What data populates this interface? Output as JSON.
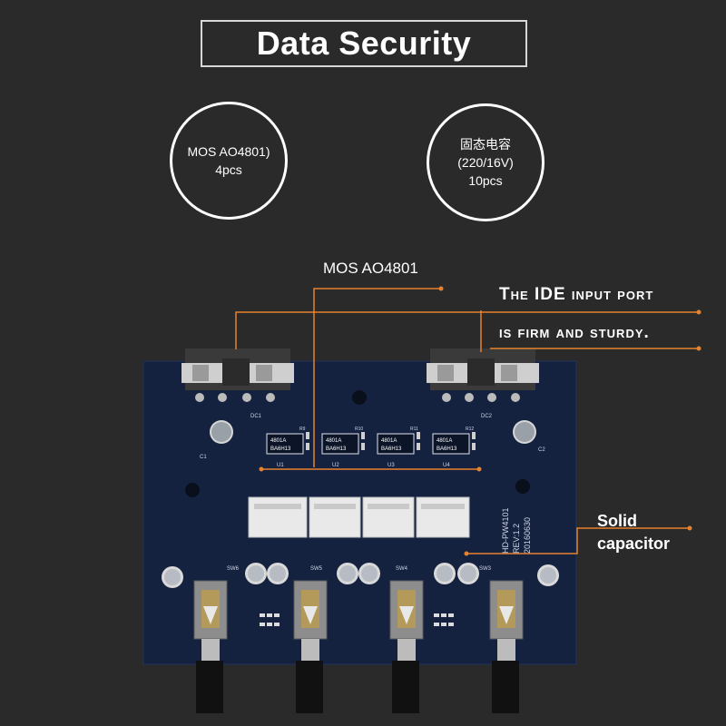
{
  "header": {
    "title": "Data Security"
  },
  "badges": [
    {
      "lines": [
        "MOS AO4801)",
        "4pcs"
      ]
    },
    {
      "lines": [
        "固态电容",
        "(220/16V)",
        "10pcs"
      ]
    }
  ],
  "callouts": {
    "mos": "MOS AO4801",
    "ide_line1": "The IDE input port",
    "ide_line2": "is firm and sturdy.",
    "solid_line1": "Solid",
    "solid_line2": "capacitor"
  },
  "board": {
    "dc_labels": [
      "DC1",
      "DC2"
    ],
    "ic_labels": [
      "4801A",
      "BA6H13"
    ],
    "ic_refs": [
      "U1",
      "U2",
      "U3",
      "U4"
    ],
    "resistor_refs": [
      "R9",
      "R10",
      "R11",
      "R12"
    ],
    "switch_refs": [
      "SW6",
      "SW5",
      "SW4",
      "SW3"
    ],
    "cap_refs": [
      "C1",
      "C2"
    ],
    "silkscreen": [
      "HD-PW4101",
      "REV:1.2",
      "20160630"
    ]
  },
  "colors": {
    "background": "#2a2a2a",
    "pcb": "#142240",
    "accent_line": "#e8812d"
  }
}
